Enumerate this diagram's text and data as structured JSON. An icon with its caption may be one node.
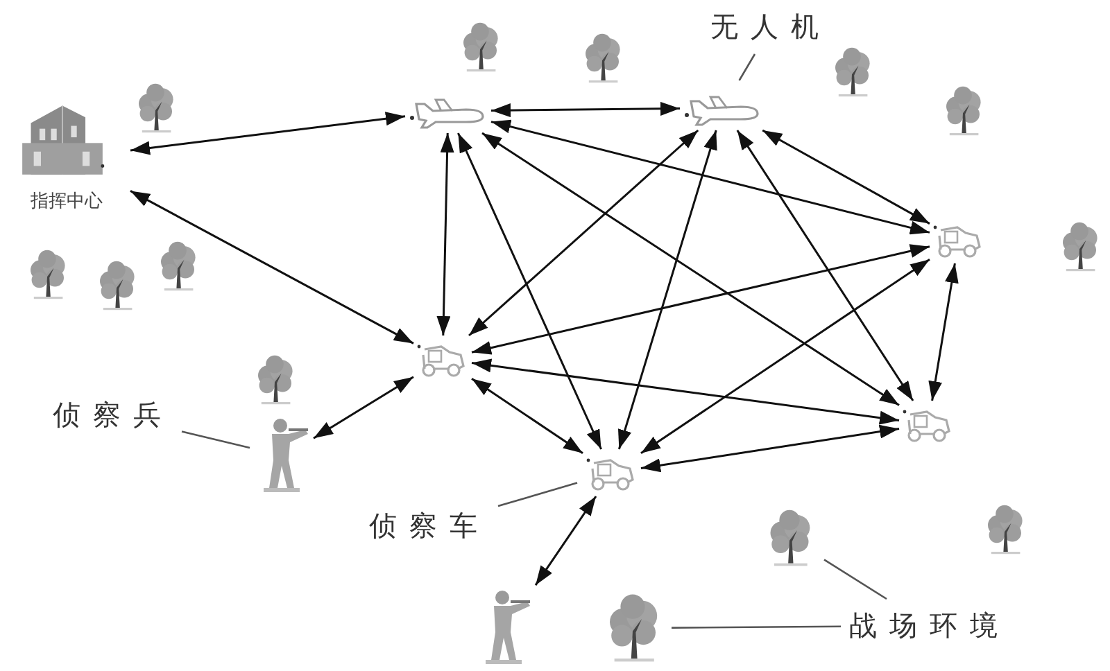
{
  "diagram": {
    "nodes": [
      {
        "text": [
          "指挥中心"
        ]
      },
      {
        "text": [],
        "shape": "picture"
      },
      {
        "text": [],
        "shape": "picture"
      },
      {
        "text": [],
        "shape": "picture"
      },
      {
        "text": [],
        "shape": "picture"
      },
      {
        "text": [],
        "shape": "picture"
      },
      {
        "text": [],
        "shape": "picture"
      },
      {
        "text": [],
        "shape": "picture"
      },
      {
        "text": [],
        "shape": "picture"
      },
      {
        "text": [
          "无人机"
        ]
      },
      {
        "text": [
          "侦察兵"
        ]
      },
      {
        "text": [
          "侦察车"
        ]
      },
      {
        "text": [
          "战场环境"
        ]
      },
      {
        "text": [],
        "shape": "picture"
      },
      {
        "text": [],
        "shape": "picture"
      }
    ],
    "edges": [
      {
        "from": 0,
        "to": 1,
        "arrow": "both"
      },
      {
        "from": 0,
        "to": 4,
        "arrow": "both"
      },
      {
        "from": 1,
        "to": 2,
        "arrow": "both"
      },
      {
        "from": 1,
        "to": 4,
        "arrow": "both"
      },
      {
        "from": 1,
        "to": 5,
        "arrow": "both"
      },
      {
        "from": 1,
        "to": 3,
        "arrow": "both"
      },
      {
        "from": 1,
        "to": 6,
        "arrow": "both"
      },
      {
        "from": 2,
        "to": 3,
        "arrow": "both"
      },
      {
        "from": 2,
        "to": 4,
        "arrow": "both"
      },
      {
        "from": 2,
        "to": 5,
        "arrow": "both"
      },
      {
        "from": 2,
        "to": 6,
        "arrow": "both"
      },
      {
        "from": 3,
        "to": 4,
        "arrow": "both"
      },
      {
        "from": 3,
        "to": 5,
        "arrow": "both"
      },
      {
        "from": 3,
        "to": 6,
        "arrow": "both"
      },
      {
        "from": 4,
        "to": 6,
        "arrow": "both"
      },
      {
        "from": 4,
        "to": 5,
        "arrow": "both"
      },
      {
        "from": 4,
        "to": 7,
        "arrow": "both"
      },
      {
        "from": 5,
        "to": 6,
        "arrow": "both"
      },
      {
        "from": 5,
        "to": 8,
        "arrow": "both"
      },
      {
        "from": 9,
        "to": 2,
        "arrow": "none"
      },
      {
        "from": 10,
        "to": 7,
        "arrow": "none"
      },
      {
        "from": 11,
        "to": 5,
        "arrow": "none"
      },
      {
        "from": 12,
        "to": 13,
        "arrow": "none"
      },
      {
        "from": 12,
        "to": 14,
        "arrow": "none"
      }
    ]
  }
}
